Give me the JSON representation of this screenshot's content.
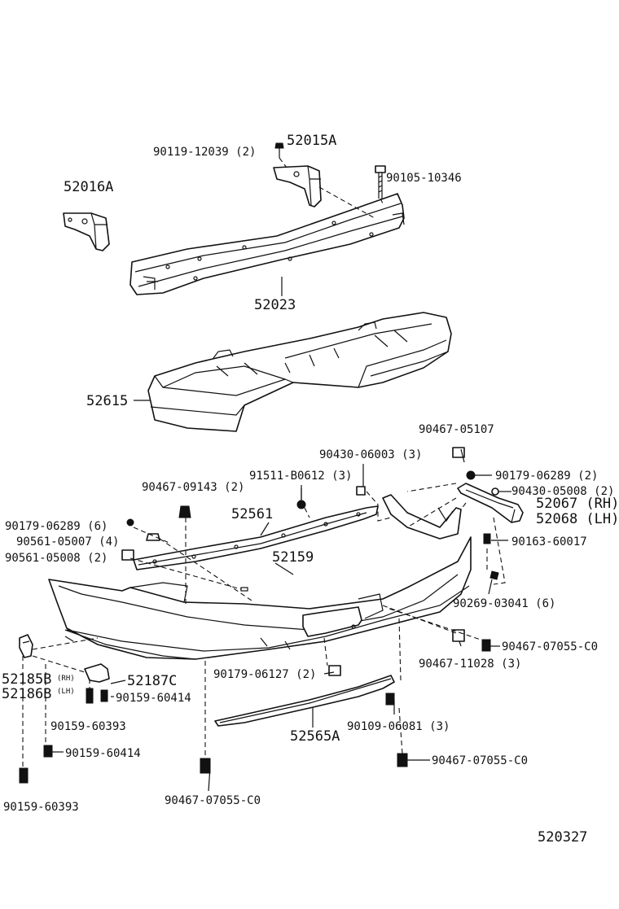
{
  "diagram_code": "520327",
  "labels": {
    "l01": "90119-12039 (2)",
    "l02": "52015A",
    "l03": "90105-10346",
    "l04": "52016A",
    "l05": "52023",
    "l06": "52615",
    "l07": "90467-05107",
    "l08": "90430-06003 (3)",
    "l09": "91511-B0612 (3)",
    "l10": "90179-06289 (2)",
    "l11": "90467-09143 (2)",
    "l12": "90430-05008 (2)",
    "l13": "52067 (RH)",
    "l14": "52068 (LH)",
    "l15": "90179-06289 (6)",
    "l16": "52561",
    "l17": "90561-05007 (4)",
    "l18": "90163-60017",
    "l19": "90561-05008 (2)",
    "l20": "52159",
    "l21": "90269-03041 (6)",
    "l22": "90467-07055-C0",
    "l23": "52185B",
    "l24": "(RH)",
    "l25": "52187C",
    "l26": "90179-06127 (2)",
    "l27": "90467-11028 (3)",
    "l28": "52186B",
    "l29": "(LH)",
    "l30": "90159-60414",
    "l31": "90159-60393",
    "l32": "90109-06081 (3)",
    "l33": "52565A",
    "l34": "90159-60414",
    "l35": "90467-07055-C0",
    "l36": "90467-07055-C0",
    "l37": "90159-60393"
  }
}
